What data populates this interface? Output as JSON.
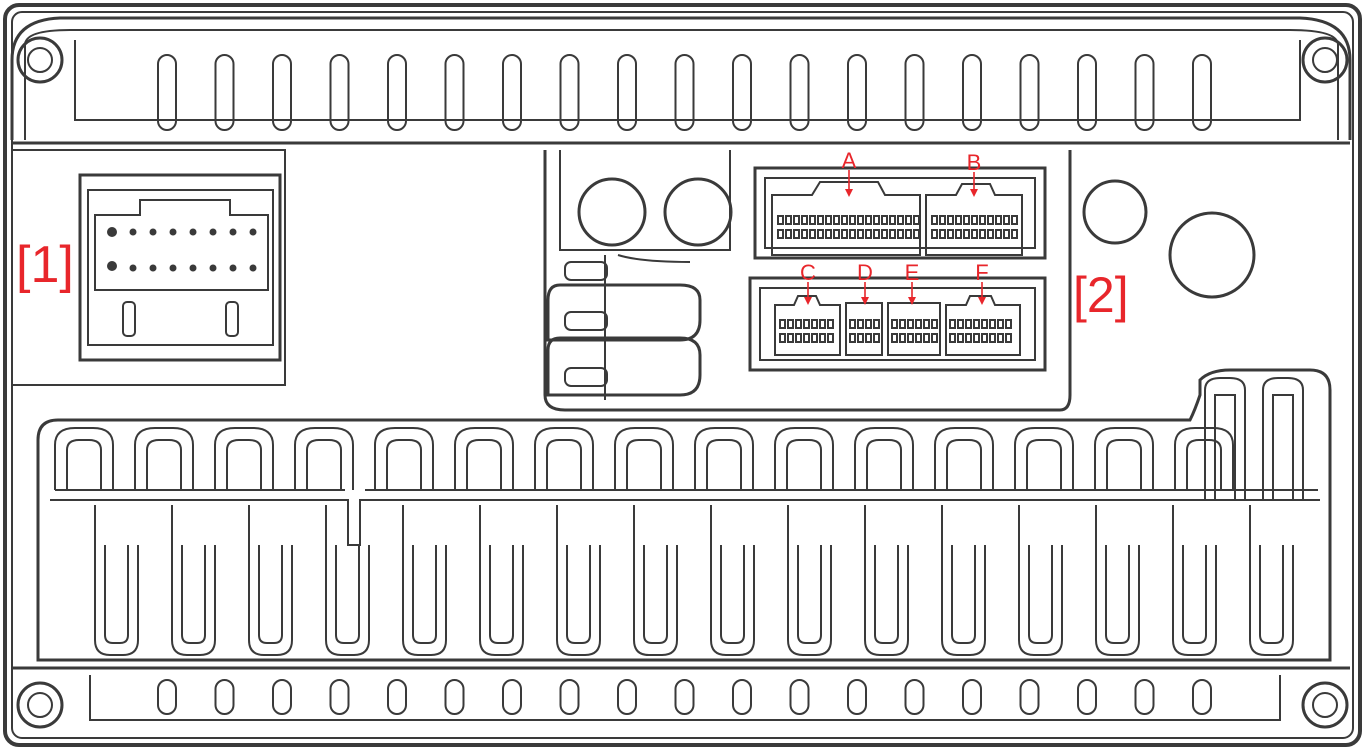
{
  "callouts": {
    "left": "[1]",
    "right": "[2]"
  },
  "connectors": {
    "a": "A",
    "b": "B",
    "c": "C",
    "d": "D",
    "e": "E",
    "f": "F"
  },
  "colors": {
    "label": "#e8262b",
    "outline": "#3a3a3a",
    "background": "#ffffff"
  }
}
